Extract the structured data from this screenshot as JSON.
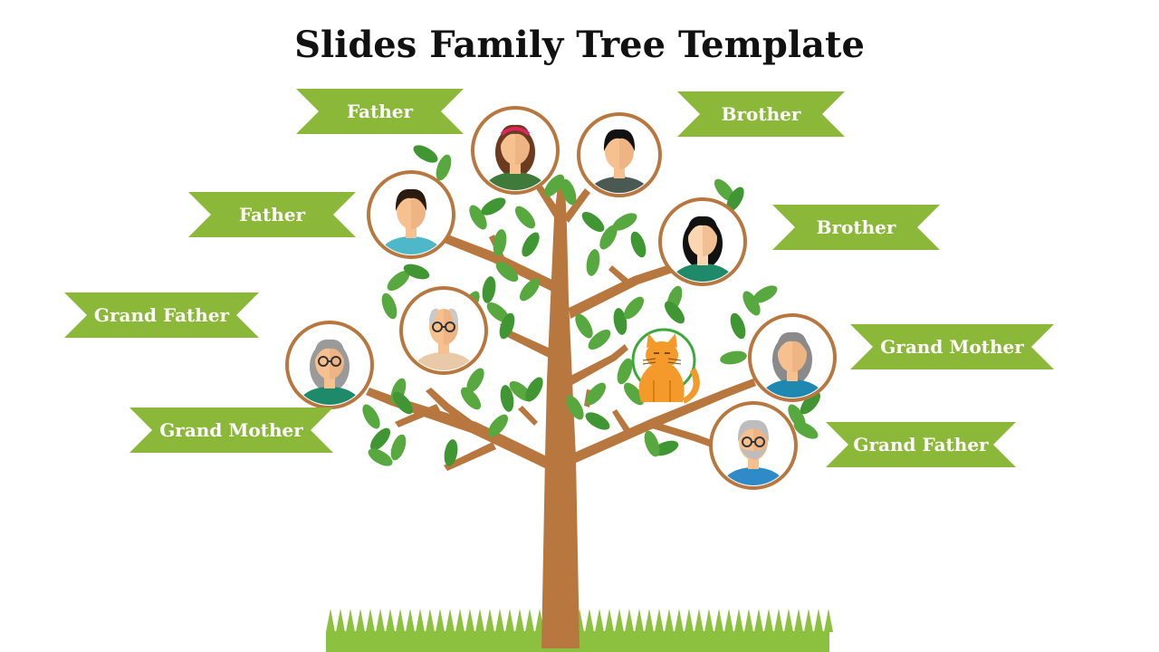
{
  "title": "Slides Family Tree Template",
  "labels": {
    "father_top": "Father",
    "father_mid": "Father",
    "grand_father_left": "Grand Father",
    "grand_mother_left": "Grand Mother",
    "brother_top": "Brother",
    "brother_mid": "Brother",
    "grand_mother_right": "Grand Mother",
    "grand_father_right": "Grand Father"
  },
  "colors": {
    "ribbon": "#8cb83a",
    "trunk": "#b8773f",
    "leaf": "#4fa23b",
    "grass": "#8cc13f",
    "frame": "#b8773f"
  }
}
